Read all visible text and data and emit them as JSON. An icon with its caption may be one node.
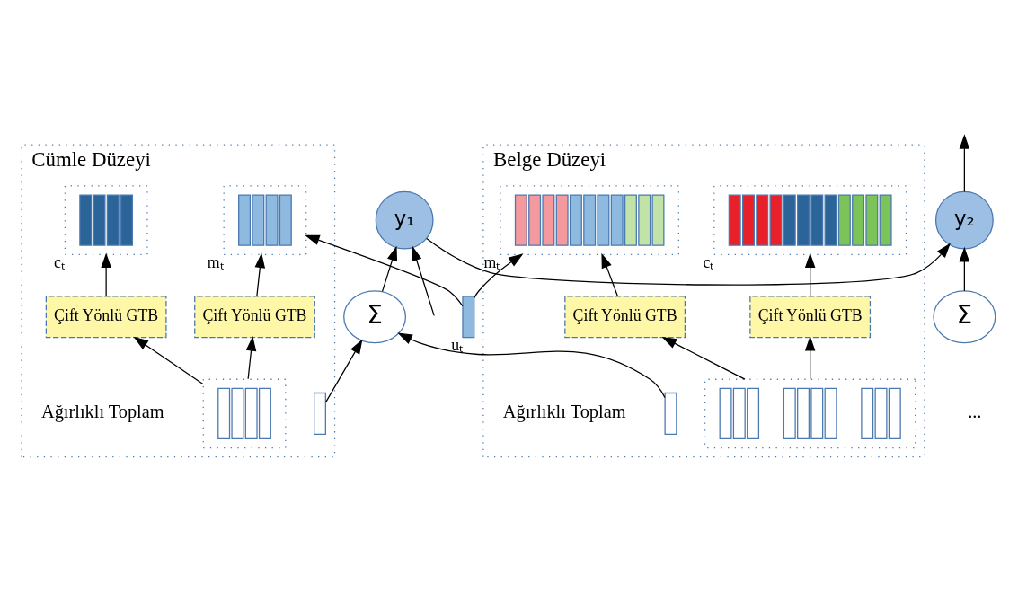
{
  "diagram": {
    "nodes": [
      {
        "text": [
          "y₁"
        ]
      },
      {
        "text": [
          "y₂"
        ]
      },
      {
        "text": [
          "Σ"
        ]
      },
      {
        "text": [
          "Σ"
        ]
      },
      {
        "text": [
          "Cümle Düzeyi"
        ]
      },
      {
        "text": [],
        "shape": "bar",
        "in": 4
      },
      {
        "text": [],
        "shape": "box",
        "in": 4,
        "beside": [
          "cₜ"
        ]
      },
      {
        "text": [],
        "shape": "box",
        "in": 4,
        "beside": [
          "mₜ"
        ]
      },
      {
        "text": [
          "Çift Yönlü GTB"
        ],
        "in": 4
      },
      {
        "text": [
          "Çift Yönlü GTB"
        ],
        "in": 4
      },
      {
        "text": [],
        "shape": "box",
        "in": 4
      },
      {
        "text": [
          "Belge Düzeyi"
        ]
      },
      {
        "text": [],
        "shape": "bar",
        "in": 11
      },
      {
        "text": [],
        "shape": "box",
        "in": 11,
        "beside": [
          "mₜ"
        ]
      },
      {
        "text": [],
        "shape": "box",
        "in": 11,
        "beside": [
          "cₜ"
        ]
      },
      {
        "text": [
          "Çift Yönlü GTB"
        ],
        "in": 11
      },
      {
        "text": [
          "Çift Yönlü GTB"
        ],
        "in": 11
      },
      {
        "text": [],
        "shape": "box",
        "in": 11
      },
      {
        "text": [],
        "shape": "bar",
        "beside": [
          "uₜ"
        ]
      }
    ],
    "edges": [
      {
        "from": null,
        "to": 0,
        "arrow": "to"
      },
      {
        "from": 0,
        "to": 1,
        "arrow": "to"
      },
      {
        "from": 1,
        "to": null,
        "arrow": "to"
      },
      {
        "from": 2,
        "to": 0,
        "arrow": "to"
      },
      {
        "from": 3,
        "to": 1,
        "arrow": "to"
      },
      {
        "from": 5,
        "to": 2,
        "arrow": "to"
      },
      {
        "from": 12,
        "to": 2,
        "arrow": "to"
      },
      {
        "from": 8,
        "to": 6,
        "arrow": "to"
      },
      {
        "from": 9,
        "to": 7,
        "arrow": "to"
      },
      {
        "from": 10,
        "to": 8,
        "arrow": "to"
      },
      {
        "from": 10,
        "to": 9,
        "arrow": "to"
      },
      {
        "from": 18,
        "to": 7,
        "arrow": "to"
      },
      {
        "from": 18,
        "to": 13,
        "arrow": "to"
      },
      {
        "from": 15,
        "to": 13,
        "arrow": "to"
      },
      {
        "from": 16,
        "to": 14,
        "arrow": "to"
      },
      {
        "from": 17,
        "to": 15,
        "arrow": "to"
      },
      {
        "from": 17,
        "to": 16,
        "arrow": "to"
      }
    ],
    "labels": [
      "Ağırlıklı Toplam",
      "Ağırlıklı Toplam",
      "..."
    ]
  }
}
